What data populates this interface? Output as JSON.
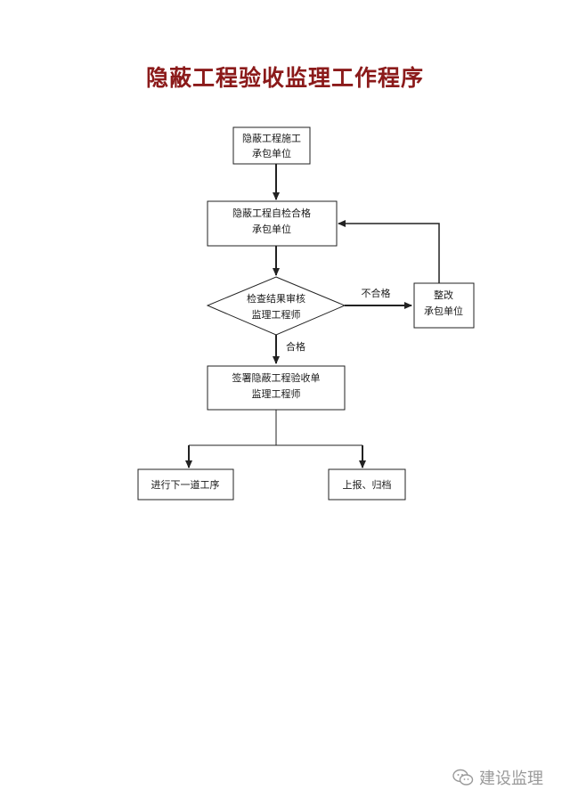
{
  "colors": {
    "title": "#8b1a1a",
    "stroke": "#222222",
    "watermark": "#9a9a9a"
  },
  "title": "隐蔽工程验收监理工作程序",
  "nodes": {
    "contractor_construct": {
      "line1": "隐蔽工程施工",
      "line2": "承包单位"
    },
    "self_check": {
      "line1": "隐蔽工程自检合格",
      "line2": "承包单位"
    },
    "review": {
      "line1": "检查结果审核",
      "line2": "监理工程师"
    },
    "rectify": {
      "line1": "整改",
      "line2": "承包单位"
    },
    "sign": {
      "line1": "签署隐蔽工程验收单",
      "line2": "监理工程师"
    },
    "next_process": {
      "line1": "进行下一道工序"
    },
    "report_archive": {
      "line1": "上报、归档"
    }
  },
  "edge_labels": {
    "fail": "不合格",
    "pass": "合格"
  },
  "watermark": {
    "text": "建设监理",
    "icon": "wechat-icon"
  }
}
